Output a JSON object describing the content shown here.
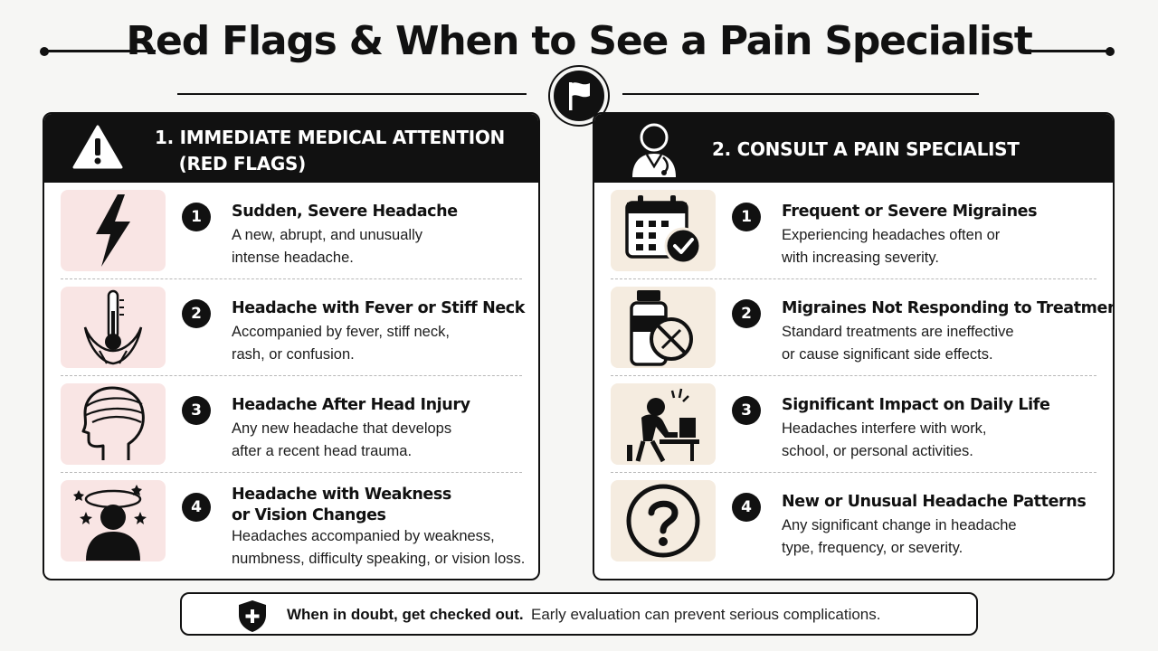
{
  "title": "Red Flags & When to See a Pain Specialist",
  "left_panel": {
    "heading": "1. IMMEDIATE MEDICAL ATTENTION\n    (RED FLAGS)",
    "header_icon": "warning-triangle-icon",
    "items": [
      {
        "number": "1",
        "icon": "lightning-bolt-icon",
        "title": "Sudden, Severe Headache",
        "description": "A new, abrupt, and unusually\nintense headache."
      },
      {
        "number": "2",
        "icon": "thermometer-stiff-neck-icon",
        "title": "Headache with Fever or Stiff Neck",
        "description": "Accompanied by fever, stiff neck,\nrash, or confusion."
      },
      {
        "number": "3",
        "icon": "bandaged-head-icon",
        "title": "Headache After Head Injury",
        "description": "Any new headache that develops\nafter a recent head trauma."
      },
      {
        "number": "4",
        "icon": "dizzy-head-icon",
        "title": "Headache with Weakness\nor Vision Changes",
        "description": "Headaches accompanied by weakness,\nnumbness, difficulty speaking, or vision loss."
      }
    ]
  },
  "right_panel": {
    "heading": "2. CONSULT A PAIN SPECIALIST",
    "header_icon": "doctor-icon",
    "items": [
      {
        "number": "1",
        "icon": "calendar-check-icon",
        "title": "Frequent or Severe Migraines",
        "description": "Experiencing headaches often or\nwith increasing severity."
      },
      {
        "number": "2",
        "icon": "medicine-bottle-no-icon",
        "title": "Migraines Not Responding to Treatment",
        "description": "Standard treatments are ineffective\nor cause significant side effects."
      },
      {
        "number": "3",
        "icon": "stressed-worker-icon",
        "title": "Significant Impact on Daily Life",
        "description": "Headaches interfere with work,\nschool, or personal activities."
      },
      {
        "number": "4",
        "icon": "question-mark-icon",
        "title": "New or Unusual Headache Patterns",
        "description": "Any significant change in headache\ntype, frequency, or severity."
      }
    ]
  },
  "banner": {
    "icon": "shield-plus-icon",
    "bold_text": "When in doubt, get checked out.",
    "text": "Early evaluation can prevent serious complications."
  },
  "colors": {
    "ink": "#111111",
    "left_tile": "#f9e5e4",
    "right_tile": "#f5ece0"
  }
}
